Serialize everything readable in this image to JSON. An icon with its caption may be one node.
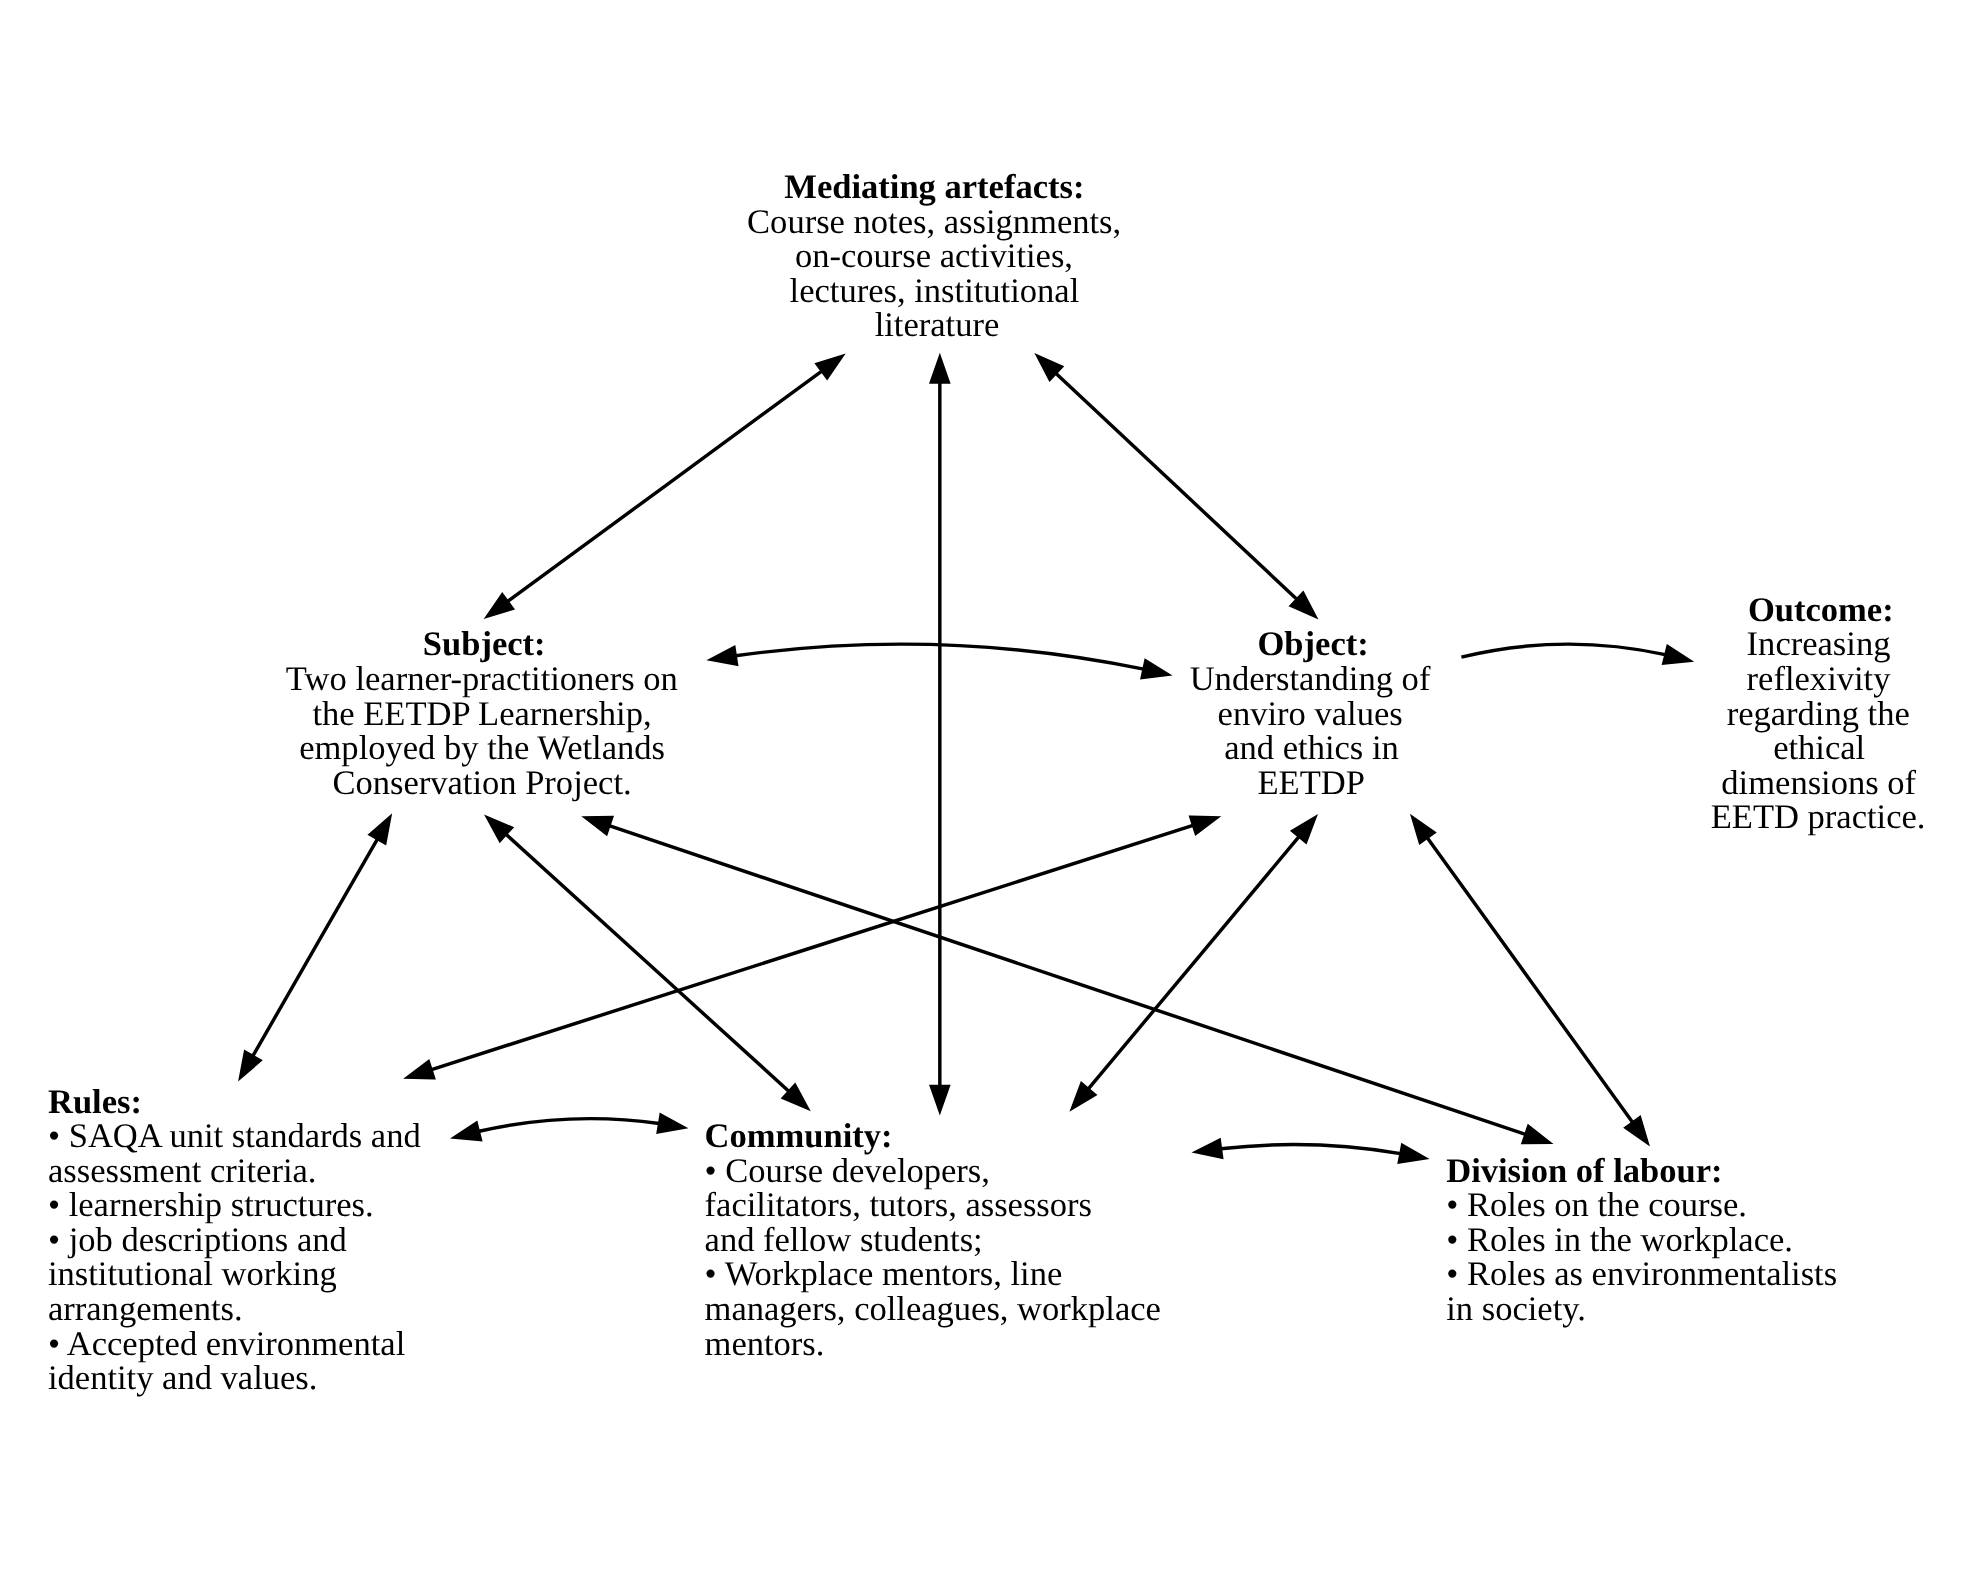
{
  "diagram": {
    "nodes": [
      {
        "text": [
          "Mediating artefacts:",
          "Course notes, assignments, on-course activities, lectures, institutional literature"
        ]
      },
      {
        "text": [
          "Subject:",
          "Two learner-practitioners on the EETDP Learnership, employed by the Wetlands Conservation Project."
        ]
      },
      {
        "text": [
          "Object:",
          "Understanding of enviro values and ethics in EETDP"
        ]
      },
      {
        "text": [
          "Outcome:",
          "Increasing reflexivity regarding the ethical dimensions of EETD practice."
        ]
      },
      {
        "text": [
          "Rules:",
          "• SAQA unit standards and assessment criteria.",
          "• learnership structures.",
          "• job descriptions and institutional working arrangements.",
          "• Accepted environmental identity and values."
        ]
      },
      {
        "text": [
          "Community:",
          "• Course developers, facilitators, tutors, assessors and fellow students;",
          "• Workplace mentors, line managers, colleagues, workplace mentors."
        ]
      },
      {
        "text": [
          "Division of labour:",
          "• Roles on the course.",
          "• Roles in the workplace.",
          "• Roles as environmentalists in society."
        ]
      }
    ],
    "edges": [
      {
        "from": 0,
        "to": 1,
        "arrow": "both"
      },
      {
        "from": 0,
        "to": 2,
        "arrow": "both"
      },
      {
        "from": 0,
        "to": 5,
        "arrow": "both"
      },
      {
        "from": 1,
        "to": 2,
        "arrow": "both"
      },
      {
        "from": 1,
        "to": 4,
        "arrow": "both"
      },
      {
        "from": 1,
        "to": 5,
        "arrow": "both"
      },
      {
        "from": 1,
        "to": 6,
        "arrow": "both"
      },
      {
        "from": 2,
        "to": 4,
        "arrow": "both"
      },
      {
        "from": 2,
        "to": 5,
        "arrow": "both"
      },
      {
        "from": 2,
        "to": 6,
        "arrow": "both"
      },
      {
        "from": 4,
        "to": 5,
        "arrow": "both"
      },
      {
        "from": 5,
        "to": 6,
        "arrow": "both"
      },
      {
        "from": 2,
        "to": 3,
        "arrow": "to"
      }
    ]
  }
}
